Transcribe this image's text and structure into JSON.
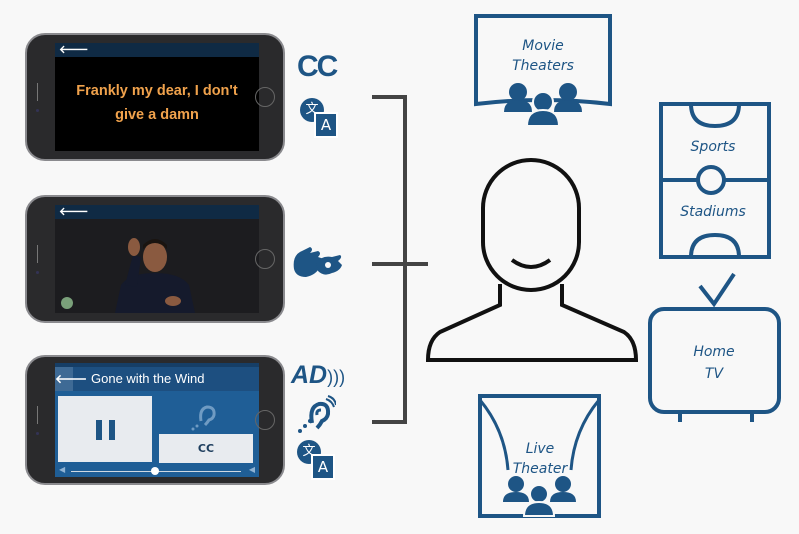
{
  "phones": {
    "captions": {
      "back": "🡐",
      "caption": "Frankly my dear, I don't give a damn",
      "line1": "Frankly my dear, I don't",
      "line2": "give a damn"
    },
    "sign_language": {
      "back": "🡐"
    },
    "audio_description": {
      "back": "🡐",
      "title": "Gone with the Wind",
      "cc_button": "CC"
    }
  },
  "icons": {
    "cc": "CC",
    "translate_a": "A",
    "translate_glyph": "文",
    "ad": "AD",
    "translate2_a": "A",
    "translate2_glyph": "文"
  },
  "venues": {
    "movie": [
      "Movie",
      "Theaters"
    ],
    "sports": [
      "Sports",
      "Stadiums"
    ],
    "home": [
      "Home",
      "TV"
    ],
    "live": [
      "Live",
      "Theater"
    ]
  },
  "colors": {
    "brand": "#1e5585",
    "caption": "#f0a24c",
    "bracket": "#444444"
  }
}
